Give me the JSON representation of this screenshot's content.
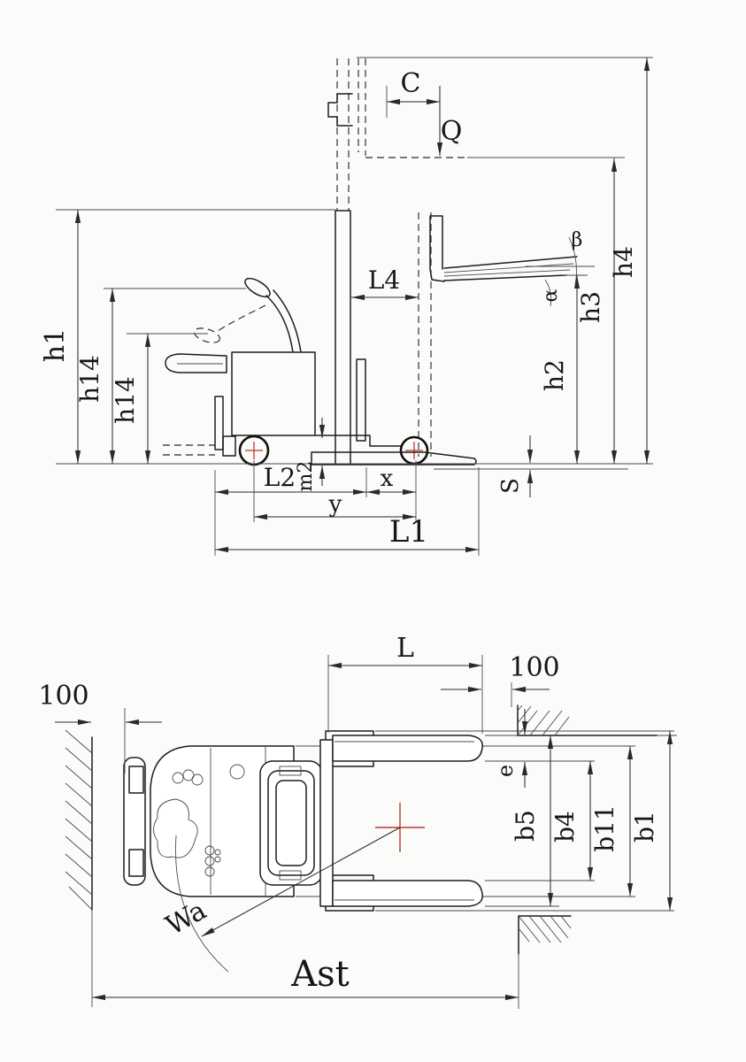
{
  "drawing": {
    "colors": {
      "background": "#fbfbfa",
      "line": "#1d1d1d",
      "dim_line": "#2a2a2a",
      "red_accent": "#c0392b"
    },
    "side_view": {
      "labels": {
        "c": "C",
        "q": "Q",
        "l4": "L4",
        "h1": "h1",
        "h14_max": "h14",
        "h14_min": "h14",
        "h2": "h2",
        "h3": "h3",
        "h4": "h4",
        "beta": "β",
        "alpha": "α",
        "l2": "L2",
        "m2": "m2",
        "x": "x",
        "y": "y",
        "l1": "L1",
        "s": "S"
      }
    },
    "plan_view": {
      "labels": {
        "l": "L",
        "clearance_right": "100",
        "clearance_left": "100",
        "e": "e",
        "b5": "b5",
        "b4": "b4",
        "b11": "b11",
        "b1": "b1",
        "wa": "Wa",
        "ast": "Ast"
      }
    }
  }
}
